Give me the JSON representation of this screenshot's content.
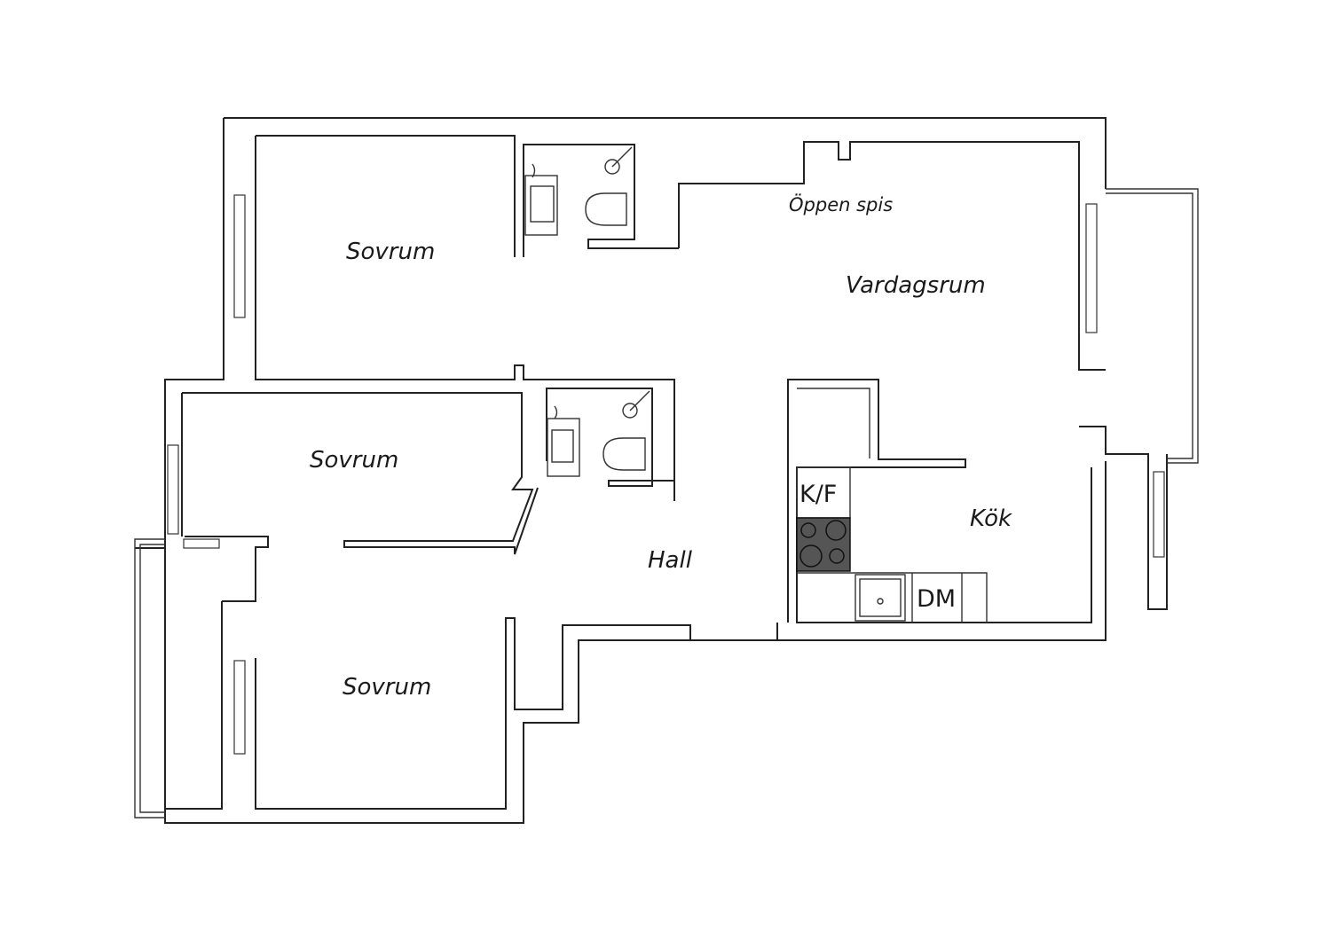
{
  "rooms": {
    "sovrum_top": "Sovrum",
    "sovrum_mid": "Sovrum",
    "sovrum_bottom": "Sovrum",
    "fireplace": "Öppen spis",
    "living": "Vardagsrum",
    "hall": "Hall",
    "kitchen": "Kök",
    "fridge": "K/F",
    "dishwasher": "DM"
  },
  "colors": {
    "line": "#222222",
    "background": "#ffffff",
    "stove": "#555555"
  }
}
